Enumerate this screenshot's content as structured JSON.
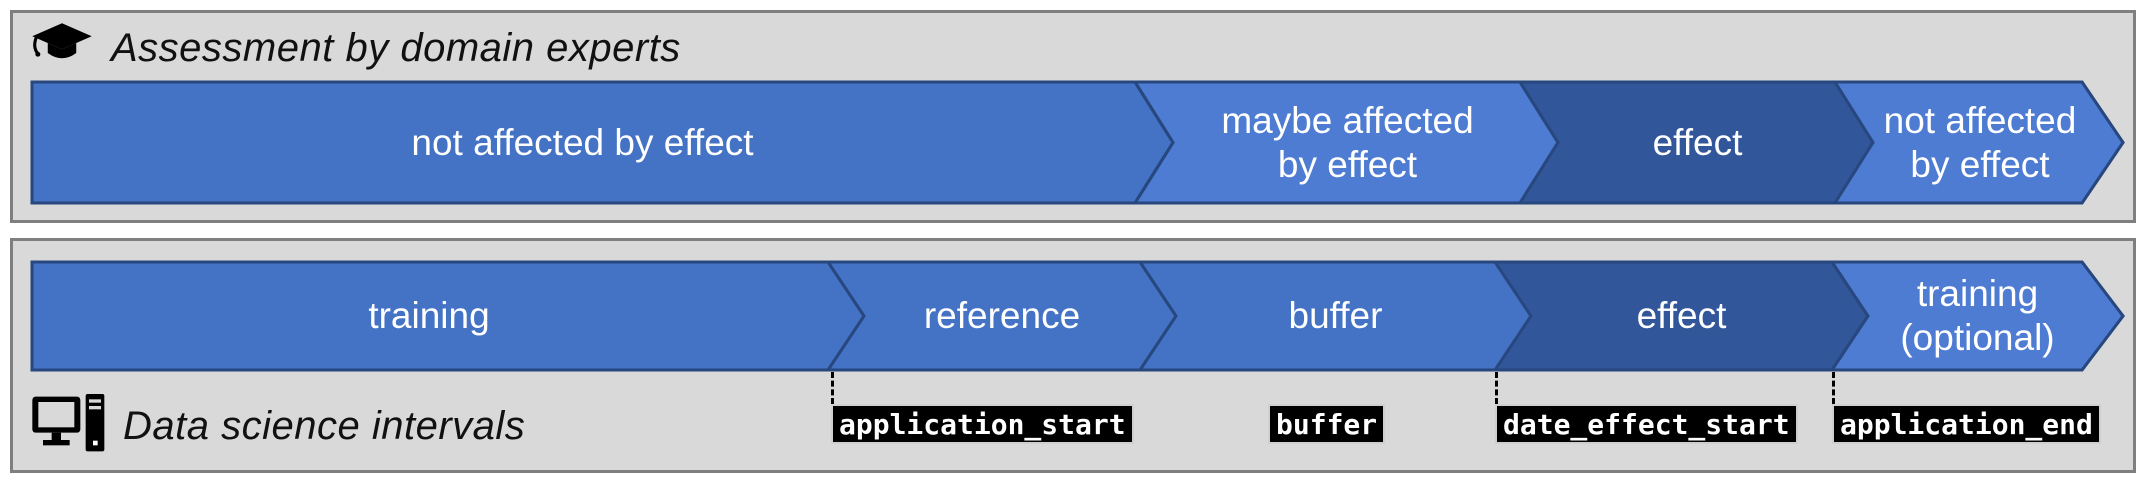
{
  "palette": {
    "panel_background": "#D9D9D9",
    "panel_border": "#7F7F7F",
    "segment_blue": "#4472C4",
    "segment_blue_light": "#4E7CD2",
    "segment_blue_dark": "#32569A",
    "bar_outline": "#27477E",
    "marker_background": "#000000",
    "marker_text": "#FFFFFF"
  },
  "expert_panel": {
    "title": "Assessment by domain experts",
    "icon": "graduation-cap-icon",
    "segments": [
      {
        "line1": "not affected by effect"
      },
      {
        "line1": "maybe affected",
        "line2": "by effect"
      },
      {
        "line1": "effect"
      },
      {
        "line1": "not affected",
        "line2": "by effect"
      }
    ]
  },
  "ds_panel": {
    "title": "Data science intervals",
    "icon": "computer-icon",
    "segments": [
      {
        "line1": "training"
      },
      {
        "line1": "reference"
      },
      {
        "line1": "buffer"
      },
      {
        "line1": "effect"
      },
      {
        "line1": "training",
        "line2": "(optional)"
      }
    ],
    "markers": [
      {
        "label": "application_start"
      },
      {
        "label": "buffer"
      },
      {
        "label": "date_effect_start"
      },
      {
        "label": "application_end"
      }
    ]
  }
}
